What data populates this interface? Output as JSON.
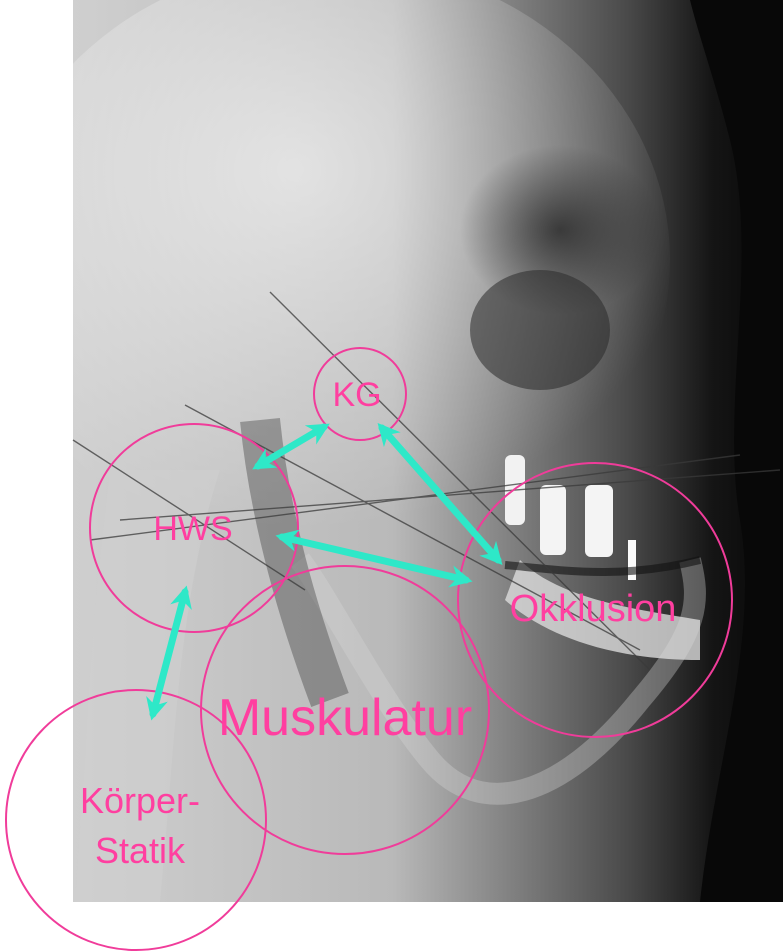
{
  "diagram": {
    "nodes": [
      {
        "id": "kg",
        "label": "KG"
      },
      {
        "id": "hws",
        "label": "HWS"
      },
      {
        "id": "okklusion",
        "label": "Okklusion"
      },
      {
        "id": "muskulatur",
        "label": "Muskulatur"
      },
      {
        "id": "koerperstatik",
        "label_line1": "Körper-",
        "label_line2": "Statik"
      }
    ],
    "connections": [
      {
        "from": "hws",
        "to": "kg",
        "type": "bidirectional"
      },
      {
        "from": "kg",
        "to": "okklusion",
        "type": "bidirectional"
      },
      {
        "from": "hws",
        "to": "okklusion",
        "type": "bidirectional"
      },
      {
        "from": "hws",
        "to": "koerperstatik",
        "type": "bidirectional"
      }
    ],
    "colors": {
      "circle": "#f03c9a",
      "label": "#ff3fa0",
      "arrow": "#2ee8c8",
      "xray_bright": "#e6e6e6",
      "xray_dark": "#050505"
    }
  }
}
